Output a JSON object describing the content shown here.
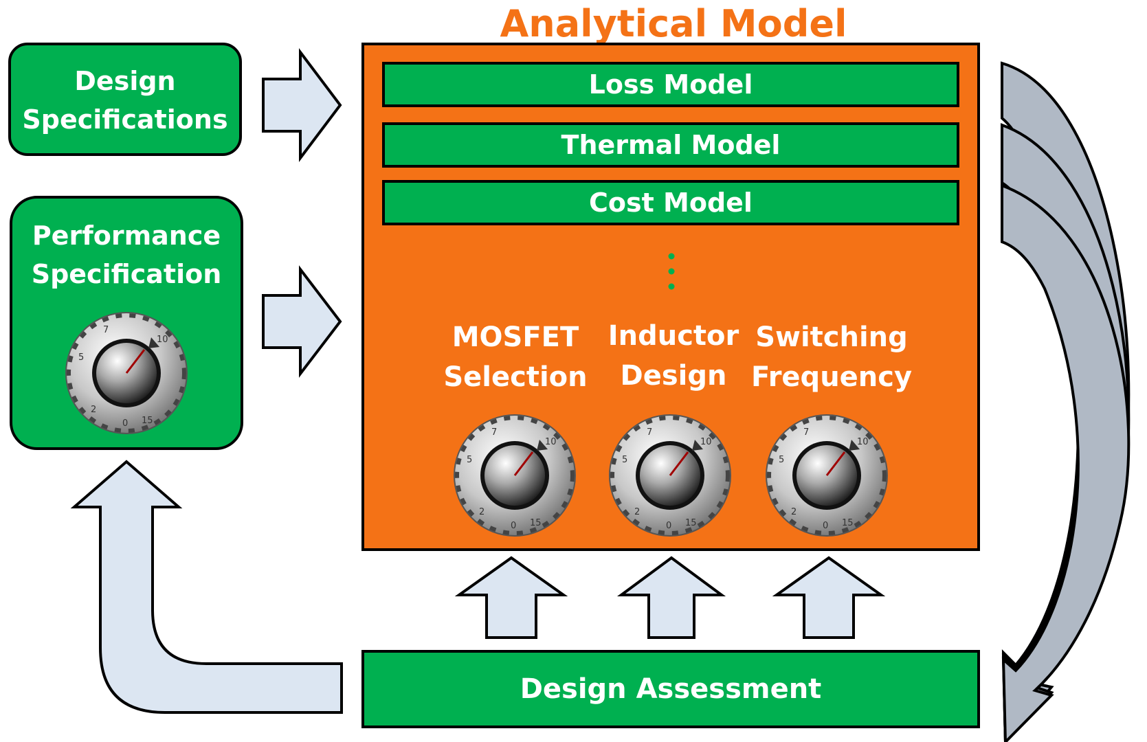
{
  "title": "Analytical Model",
  "inputs": {
    "design_specs": [
      "Design",
      "Specifications"
    ],
    "performance_spec": [
      "Performance",
      "Specification"
    ]
  },
  "models": [
    "Loss Model",
    "Thermal Model",
    "Cost Model"
  ],
  "parameters": [
    {
      "lines": [
        "MOSFET",
        "Selection"
      ]
    },
    {
      "lines": [
        "Inductor",
        "Design"
      ]
    },
    {
      "lines": [
        "Switching",
        "Frequency"
      ]
    }
  ],
  "assessment": "Design Assessment",
  "dial_labels": [
    "7",
    "10",
    "5",
    "2",
    "0",
    "15"
  ],
  "colors": {
    "green": "#00b050",
    "orange": "#f47216",
    "arrow_fill": "#dce6f2",
    "curved_arrow_fill": "#b0b9c5"
  }
}
